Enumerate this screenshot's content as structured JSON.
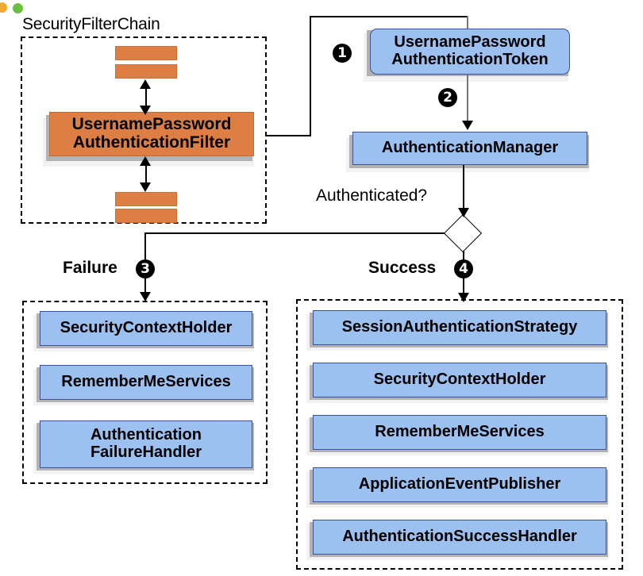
{
  "window": {
    "dots": [
      {
        "name": "minimize-dot",
        "color": "#f0a930"
      },
      {
        "name": "maximize-dot",
        "color": "#6bbf3f"
      }
    ]
  },
  "diagram": {
    "title": "SecurityFilterChain",
    "colors": {
      "filter_orange": "#dd7f45",
      "node_blue": "#9cc0f0",
      "node_border_blue": "#3a4fa0",
      "shadow_gray": "#b3b3b3",
      "line_black": "#000000"
    },
    "filter_chain": {
      "label": "SecurityFilterChain",
      "main_filter": "UsernamePassword\nAuthenticationFilter",
      "main_filter_line1": "UsernamePassword",
      "main_filter_line2": "AuthenticationFilter",
      "filter_bars_above": 2,
      "filter_bars_below": 2
    },
    "token_node": {
      "line1": "UsernamePassword",
      "line2": "AuthenticationToken"
    },
    "manager_node": {
      "label": "AuthenticationManager"
    },
    "decision": {
      "label": "Authenticated?"
    },
    "branches": {
      "failure": {
        "label": "Failure",
        "step": "3",
        "items": [
          {
            "line1": "SecurityContextHolder",
            "line2": ""
          },
          {
            "line1": "RememberMeServices",
            "line2": ""
          },
          {
            "line1": "Authentication",
            "line2": "FailureHandler"
          }
        ]
      },
      "success": {
        "label": "Success",
        "step": "4",
        "items": [
          {
            "line1": "SessionAuthenticationStrategy",
            "line2": ""
          },
          {
            "line1": "SecurityContextHolder",
            "line2": ""
          },
          {
            "line1": "RememberMeServices",
            "line2": ""
          },
          {
            "line1": "ApplicationEventPublisher",
            "line2": ""
          },
          {
            "line1": "AuthenticationSuccessHandler",
            "line2": ""
          }
        ]
      }
    },
    "steps": {
      "one": "1",
      "two": "2",
      "three": "3",
      "four": "4"
    }
  }
}
